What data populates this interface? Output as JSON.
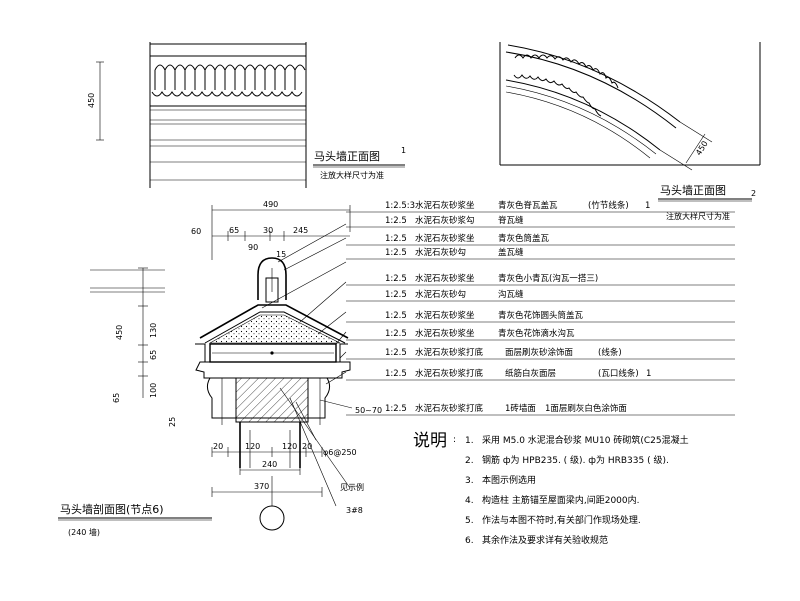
{
  "elevation1": {
    "title": "马头墙正面图",
    "number": "1",
    "subtitle": "注放大样尺寸为准",
    "dim_height": "450"
  },
  "elevation2": {
    "title": "马头墙正面图",
    "number": "2",
    "subtitle": "注放大样尺寸为准",
    "dim": "450"
  },
  "section": {
    "title": "马头墙剖面图(节点6)",
    "subtitle": "(240 墙)",
    "dims_top": [
      "490",
      "60",
      "65",
      "30",
      "245",
      "90",
      "15"
    ],
    "dims_left": [
      "450",
      "130",
      "65",
      "65",
      "100",
      "25"
    ],
    "dims_bottom": [
      "20",
      "120",
      "120",
      "20",
      "240",
      "370"
    ],
    "dim_right": "50~70",
    "rebar_label": "φ6@250",
    "ref_label": "见示例",
    "bubble_label": "3#8"
  },
  "layers": [
    {
      "ratio": "1:2.5:3",
      "text": "水泥石灰砂浆坐",
      "material": "青灰色脊瓦盖瓦",
      "extra": "(竹节线条)",
      "extra_num": "1"
    },
    {
      "ratio": "1:2.5",
      "text": "水泥石灰砂浆勾",
      "material": "脊瓦缝",
      "extra": "",
      "extra_num": ""
    },
    {
      "ratio": "1:2.5",
      "text": "水泥石灰砂浆坐",
      "material": "青灰色筒盖瓦",
      "extra": "",
      "extra_num": ""
    },
    {
      "ratio": "1:2.5",
      "text": "水泥石灰砂勾",
      "material": "盖瓦缝",
      "extra": "",
      "extra_num": ""
    },
    {
      "ratio": "1:2.5",
      "text": "水泥石灰砂浆坐",
      "material": "青灰色小青瓦(沟瓦一搭三)",
      "extra": "",
      "extra_num": ""
    },
    {
      "ratio": "1:2.5",
      "text": "水泥石灰砂勾",
      "material": "沟瓦缝",
      "extra": "",
      "extra_num": ""
    },
    {
      "ratio": "1:2.5",
      "text": "水泥石灰砂浆坐",
      "material": "青灰色花饰圆头筒盖瓦",
      "extra": "",
      "extra_num": ""
    },
    {
      "ratio": "1:2.5",
      "text": "水泥石灰砂浆坐",
      "material": "青灰色花饰滴水沟瓦",
      "extra": "",
      "extra_num": ""
    },
    {
      "ratio": "1:2.5",
      "text": "水泥石灰砂浆打底",
      "material": "面层刷灰砂涂饰面",
      "extra": "(线条)",
      "extra_num": ""
    },
    {
      "ratio": "1:2.5",
      "text": "水泥石灰砂浆打底",
      "material": "纸筋白灰面层",
      "extra": "(瓦口线条)",
      "extra_num": "1"
    },
    {
      "ratio": "1:2.5",
      "text": "水泥石灰砂浆打底",
      "material": "1砖墙面",
      "extra": "1面层刷灰白色涂饰面",
      "extra_num": ""
    }
  ],
  "notes": {
    "heading": "说明",
    "items": [
      {
        "num": "1.",
        "text": "采用 M5.0  水泥混合砂浆     MU10    砖砌筑(C25混凝土"
      },
      {
        "num": "2.",
        "text": "钢筋  ф为  HPB235. (  级).   ф为  HRB335  (  级)."
      },
      {
        "num": "3.",
        "text": "本图示例选用"
      },
      {
        "num": "4.",
        "text": "构造柱   主筋锚至屋面梁内,间距2000内."
      },
      {
        "num": "5.",
        "text": "作法与本图不符时,有关部门作现场处理."
      },
      {
        "num": "6.",
        "text": "其余作法及要求详有关验收规范"
      }
    ]
  }
}
